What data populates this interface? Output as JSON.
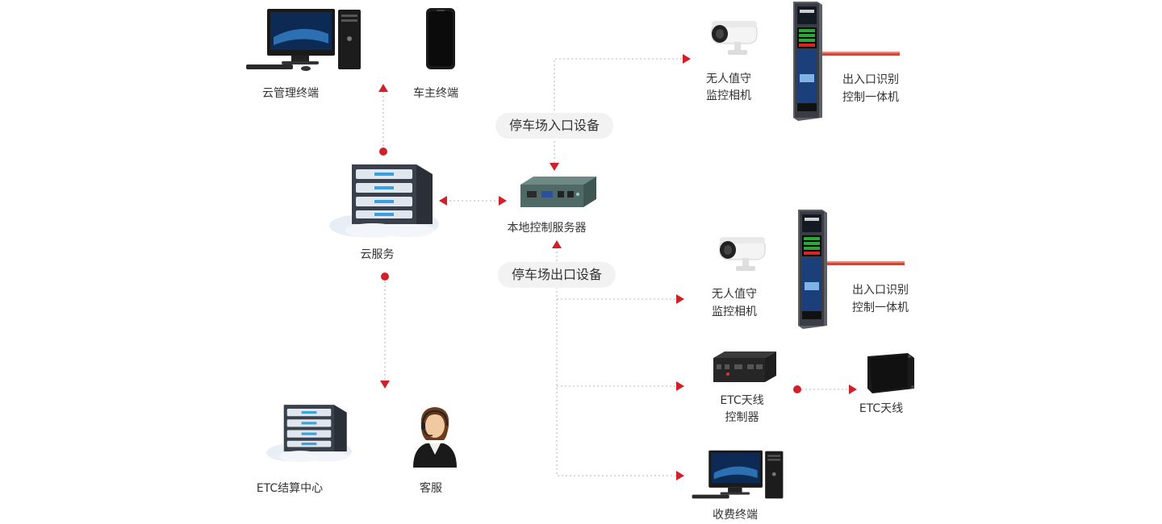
{
  "colors": {
    "accent": "#d0202a",
    "connector": "#c8c8c8",
    "pill_bg": "#f2f2f2"
  },
  "labels": {
    "cloud_mgmt_terminal": "云管理终端",
    "owner_terminal": "车主终端",
    "cloud_service": "云服务",
    "local_server": "本地控制服务器",
    "entry_group": "停车场入口设备",
    "exit_group": "停车场出口设备",
    "entry_camera": [
      "无人值守",
      "监控相机"
    ],
    "entry_barrier": [
      "出入口识别",
      "控制一体机"
    ],
    "exit_camera": [
      "无人值守",
      "监控相机"
    ],
    "exit_barrier": [
      "出入口识别",
      "控制一体机"
    ],
    "etc_controller": [
      "ETC天线",
      "控制器"
    ],
    "etc_antenna": "ETC天线",
    "etc_center": "ETC结算中心",
    "customer_service": "客服",
    "toll_terminal": "收费终端"
  },
  "icons": {
    "cloud_mgmt_terminal": "desktop-computer-icon",
    "owner_terminal": "smartphone-icon",
    "cloud_service": "cloud-server-icon",
    "local_server": "mini-pc-icon",
    "entry_camera": "bullet-camera-icon",
    "entry_barrier": "barrier-gate-kiosk-icon",
    "exit_camera": "bullet-camera-icon",
    "exit_barrier": "barrier-gate-kiosk-icon",
    "etc_controller": "industrial-controller-icon",
    "etc_antenna": "etc-antenna-icon",
    "etc_center": "cloud-server-icon",
    "customer_service": "headset-agent-icon",
    "toll_terminal": "desktop-computer-icon"
  }
}
